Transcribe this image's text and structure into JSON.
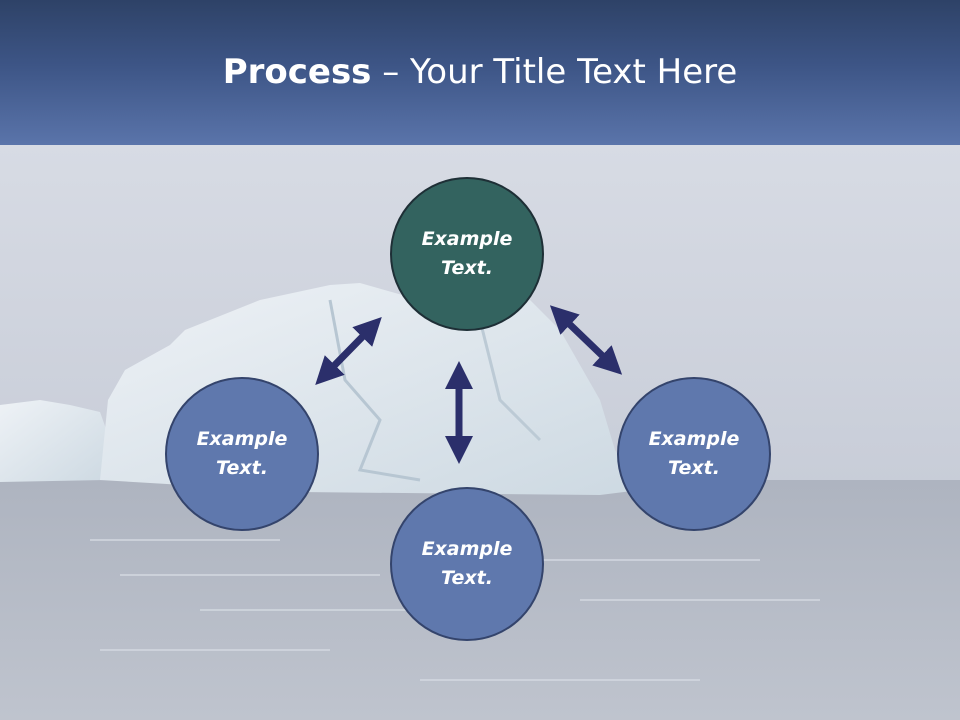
{
  "title": {
    "bold": "Process",
    "rest": " – Your Title Text Here"
  },
  "nodes": {
    "top": {
      "line1": "Example",
      "line2": "Text."
    },
    "left": {
      "line1": "Example",
      "line2": "Text."
    },
    "right": {
      "line1": "Example",
      "line2": "Text."
    },
    "bottom": {
      "line1": "Example",
      "line2": "Text."
    }
  },
  "colors": {
    "title_bar": "#3d5586",
    "center_node": "#33635f",
    "outer_node": "#5f78ad",
    "arrow": "#2b2f6b"
  }
}
